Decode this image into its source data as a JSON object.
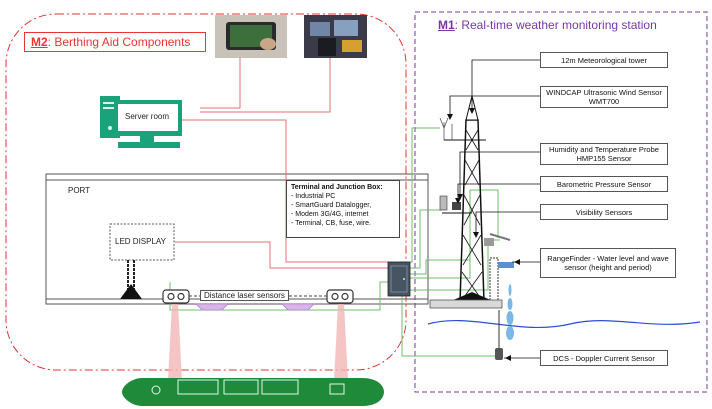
{
  "m2": {
    "tag": "M2",
    "title": ": Berthing Aid Components"
  },
  "m1": {
    "tag": "M1",
    "title": ": Real-time weather monitoring station"
  },
  "server_room": "Server room",
  "port": "PORT",
  "led_display": "LED DISPLAY",
  "distance_laser_sensors": "Distance laser sensors",
  "terminal_box": {
    "title": "Terminal and Junction Box:",
    "items": [
      "- Industrial PC",
      "- SmartGuard  Datalogger,",
      "- Modem 3G/4G, internet",
      "- Terminal, CB, fuse, wire."
    ]
  },
  "station_labels": {
    "tower": "12m Meteorological tower",
    "wind": "WINDCAP Ultrasonic Wind Sensor WMT700",
    "humidity": "Humidity and Temperature Probe HMP155 Sensor",
    "baro": "Barometric Pressure Sensor",
    "visibility": "Visibility Sensors",
    "rangefinder": "RangeFinder - Water level and wave sensor (height and period)",
    "dcs": "DCS - Doppler Current Sensor"
  },
  "colors": {
    "m2_border": "#e33333",
    "m1_border": "#7a35a8",
    "server": "#1aa37a",
    "red_wire": "#e07070",
    "green_wire": "#6cbf6c",
    "ship": "#1e8a3a"
  }
}
